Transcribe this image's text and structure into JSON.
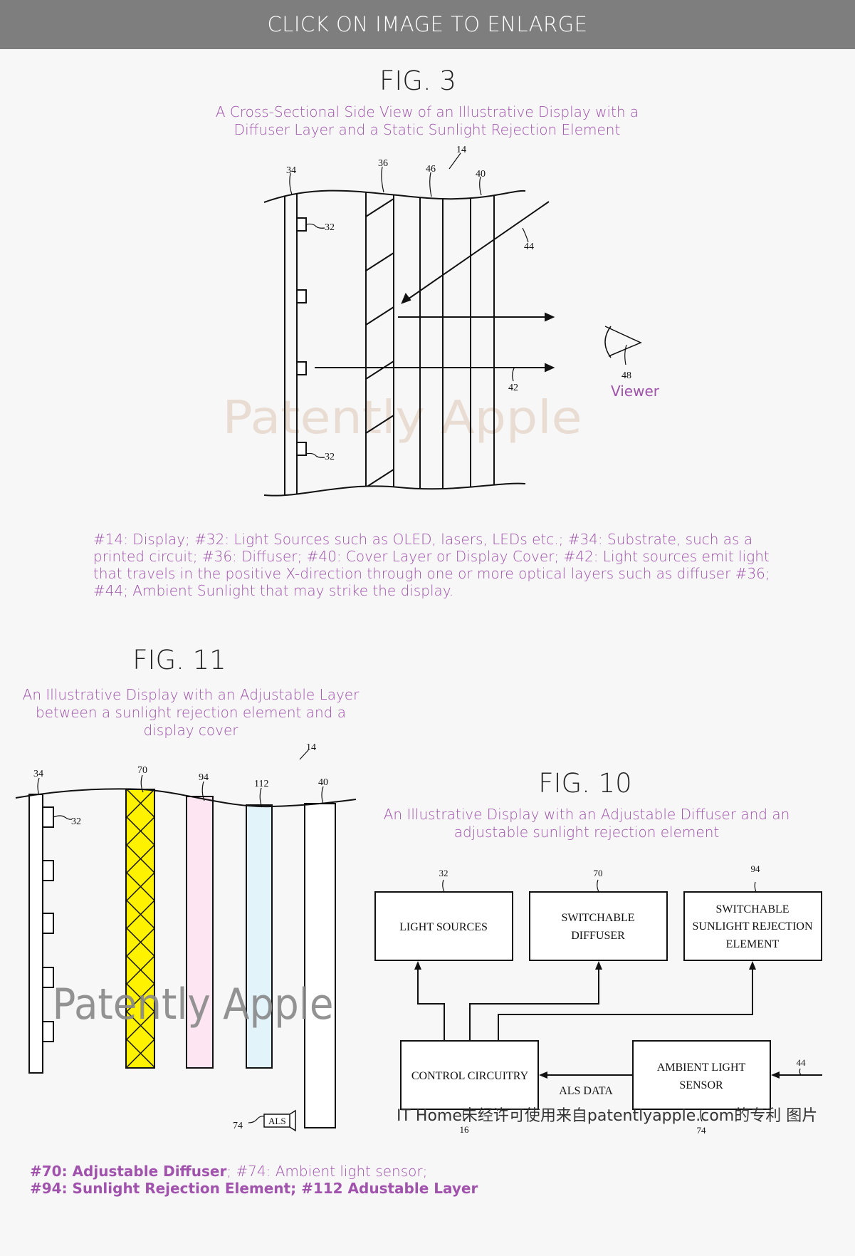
{
  "header": {
    "label": "CLICK ON IMAGE TO ENLARGE"
  },
  "fig3": {
    "title": "FIG. 3",
    "subtitle_line1": "A Cross-Sectional Side View of an Illustrative Display with a",
    "subtitle_line2": "Diffuser Layer and a Static Sunlight Rejection Element",
    "labels": {
      "l14": "14",
      "l34": "34",
      "l36": "36",
      "l46": "46",
      "l40": "40",
      "l32a": "32",
      "l32b": "32",
      "l44": "44",
      "l42": "42",
      "l48": "48"
    },
    "viewer": "Viewer",
    "watermark": "Patently Apple",
    "caption_lines": [
      "#14: Display; #32: Light Sources such as OLED, lasers, LEDs etc.; #34: Substrate, such as a",
      "printed circuit; #36: Diffuser; #40: Cover Layer or Display Cover; #42: Light sources emit light",
      "that travels in the positive X-direction through one or more optical layers such as diffuser #36;",
      "#44; Ambient Sunlight that may strike the display."
    ]
  },
  "fig11": {
    "title": "FIG. 11",
    "subtitle_lines": [
      "An Illustrative Display with an Adjustable Layer",
      "between a sunlight rejection element and a",
      "display cover"
    ],
    "labels": {
      "l14": "14",
      "l34": "34",
      "l70": "70",
      "l94": "94",
      "l112": "112",
      "l40": "40",
      "l32": "32",
      "l74": "74",
      "als": "ALS"
    },
    "watermark": "Patently Apple",
    "caption": {
      "p1_bold": "#70: Adjustable Diffuser",
      "p1_rest": "; #74: Ambient light sensor;",
      "p2_bold": "#94: Sunlight Rejection Element; #112 Adustable Layer"
    },
    "colors": {
      "diffuser": "#fff200",
      "rejection": "#fde6f2",
      "adjustable": "#e2f3fa"
    }
  },
  "fig10": {
    "title": "FIG. 10",
    "subtitle_line1": "An Illustrative Display  with an Adjustable Diffuser and an",
    "subtitle_line2": "adjustable sunlight rejection element",
    "boxes": {
      "light_sources": {
        "num": "32",
        "line1": "LIGHT SOURCES"
      },
      "diffuser": {
        "num": "70",
        "line1": "SWITCHABLE",
        "line2": "DIFFUSER"
      },
      "rejection": {
        "num": "94",
        "line1": "SWITCHABLE",
        "line2": "SUNLIGHT REJECTION",
        "line3": "ELEMENT"
      },
      "control": {
        "num": "16",
        "line1": "CONTROL CIRCUITRY"
      },
      "als": {
        "num": "74",
        "line1": "AMBIENT LIGHT",
        "line2": "SENSOR"
      }
    },
    "als_data": "ALS DATA",
    "input_num": "44"
  },
  "footer_note": "IT Home未经许可使用来自patentlyapple.com的专利 图片",
  "colors": {
    "header_bg": "#7e7e7e",
    "accent_purple": "#a052ad"
  }
}
